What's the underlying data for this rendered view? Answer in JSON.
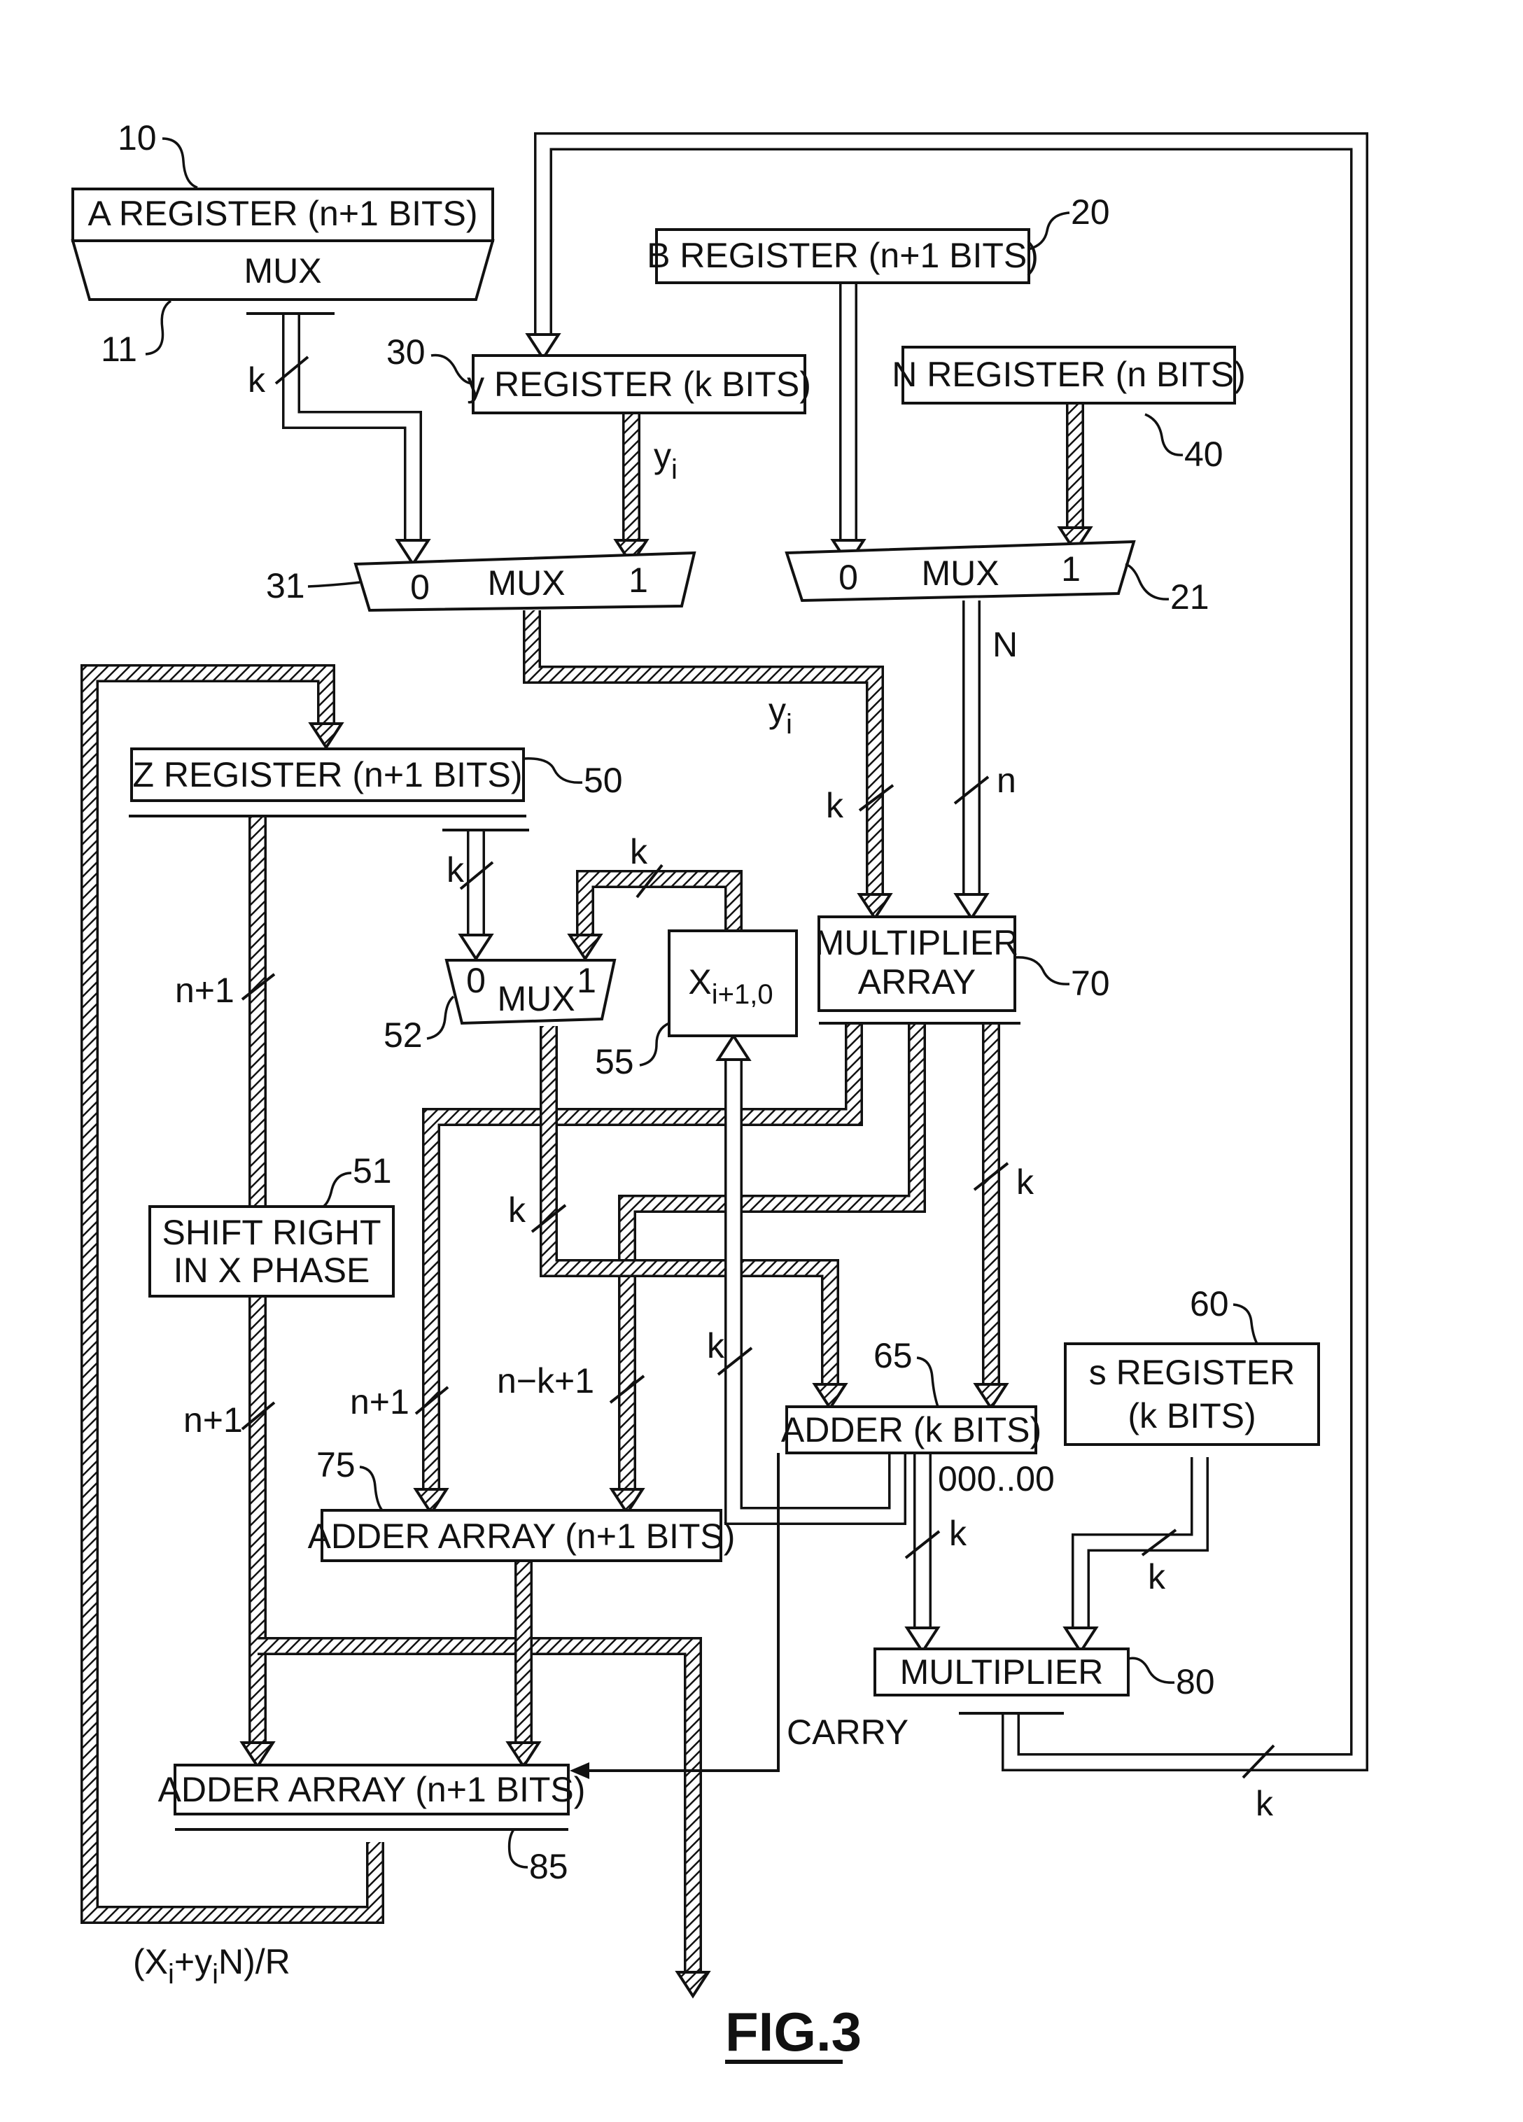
{
  "figure_label": "FIG.3",
  "blocks": {
    "a_register": {
      "label": "A REGISTER (n+1 BITS)",
      "ref": "10"
    },
    "a_mux": {
      "label": "MUX",
      "ref": "11"
    },
    "b_register": {
      "label": "B REGISTER (n+1 BITS)",
      "ref": "20"
    },
    "y_register": {
      "label": "y REGISTER (k BITS)",
      "ref": "30"
    },
    "n_register": {
      "label": "N REGISTER (n BITS)",
      "ref": "40"
    },
    "mux_31": {
      "in0": "0",
      "label": "MUX",
      "in1": "1",
      "ref": "31"
    },
    "mux_21": {
      "in0": "0",
      "label": "MUX",
      "in1": "1",
      "ref": "21"
    },
    "z_register": {
      "label": "Z REGISTER (n+1 BITS)",
      "ref": "50"
    },
    "shift_right": {
      "line1": "SHIFT RIGHT",
      "line2": "IN X PHASE",
      "ref": "51"
    },
    "mux_52": {
      "in0": "0",
      "label": "MUX",
      "in1": "1",
      "ref": "52"
    },
    "x_reg_55": {
      "label_main": "X",
      "label_sub": "i+1,0",
      "ref": "55"
    },
    "multiplier_array": {
      "line1": "MULTIPLIER",
      "line2": "ARRAY",
      "ref": "70"
    },
    "adder_65": {
      "label": "ADDER (k BITS)",
      "ref": "65"
    },
    "s_register": {
      "line1": "s REGISTER",
      "line2": "(k BITS)",
      "ref": "60"
    },
    "adder_array_75": {
      "label": "ADDER ARRAY (n+1 BITS)",
      "ref": "75"
    },
    "multiplier_80": {
      "label": "MULTIPLIER",
      "ref": "80"
    },
    "adder_array_85": {
      "label": "ADDER ARRAY (n+1 BITS)",
      "ref": "85"
    }
  },
  "signals": {
    "k": "k",
    "n": "n",
    "n_plus_1": "n+1",
    "n_minus_k_plus_1": "n−k+1",
    "N": "N",
    "y": "y",
    "i": "i",
    "zeros": "000..00",
    "carry": "CARRY",
    "result": "(X",
    "result_i": "i",
    "result_mid": "+y",
    "result_i2": "i",
    "result_end": "N)/R"
  }
}
